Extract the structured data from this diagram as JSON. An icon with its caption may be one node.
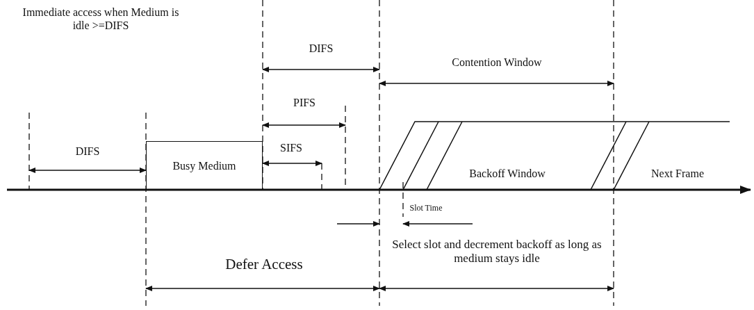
{
  "diagram": {
    "nodes": [
      {
        "text": [
          "Busy Medium"
        ]
      }
    ],
    "labels": [
      "Immediate access when Medium is idle >=DIFS",
      "DIFS",
      "Contention Window",
      "PIFS",
      "DIFS",
      "SIFS",
      "Backoff Window",
      "Next Frame",
      "Slot Time",
      "Defer Access",
      "Select slot and decrement backoff as long as medium stays idle"
    ]
  }
}
